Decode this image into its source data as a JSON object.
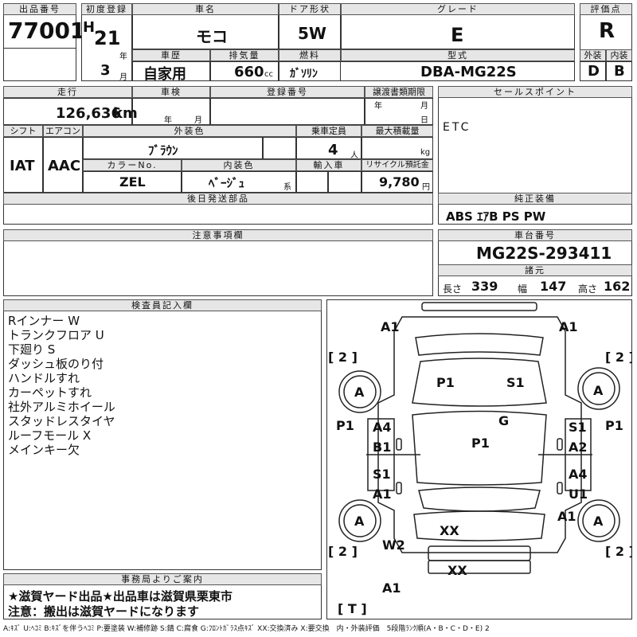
{
  "header": {
    "lot_label": "出品番号",
    "lot_no": "77001",
    "reg_label": "初度登録",
    "era": "H",
    "year": "21",
    "year_unit": "年",
    "month": "3",
    "month_unit": "月",
    "car_label": "車名",
    "car_name": "モコ",
    "door_label": "ドア形状",
    "door": "5W",
    "grade_label": "グレード",
    "grade": "E",
    "eval_label": "評価点",
    "score": "R",
    "history_label": "車歴",
    "history": "自家用",
    "disp_label": "排気量",
    "disp": "660",
    "disp_unit": "cc",
    "fuel_label": "燃料",
    "fuel": "ｶﾞｿﾘﾝ",
    "model_label": "型式",
    "model": "DBA-MG22S",
    "ext_label": "外装",
    "ext": "D",
    "int_label": "内装",
    "int": "B"
  },
  "row2": {
    "mileage_label": "走行",
    "mileage": "126,636",
    "mileage_unit": "km",
    "inspection_label": "車検",
    "ins_year_unit": "年",
    "ins_month_unit": "月",
    "regno_label": "登録番号",
    "transfer_label": "譲渡書類期限",
    "tr_year_unit": "年",
    "tr_month_unit": "月",
    "tr_day_unit": "日",
    "shift_label": "シフト",
    "shift": "IAT",
    "ac_label": "エアコン",
    "ac": "AAC",
    "color_label": "外装色",
    "color": "ﾌﾞﾗｳﾝ",
    "capacity_label": "乗車定員",
    "capacity": "4",
    "capacity_unit": "人",
    "load_label": "最大積載量",
    "load_unit": "kg",
    "colorno_label": "カラーNo.",
    "colorno": "ZEL",
    "interior_label": "内装色",
    "interior": "ﾍﾞｰｼﾞｭ",
    "interior_unit": "系",
    "import_label": "輸入車",
    "recycle_label": "リサイクル預託金",
    "recycle": "9,780",
    "recycle_unit": "円",
    "later_label": "後日発送部品"
  },
  "sales": {
    "label": "セールスポイント",
    "text": "ETC"
  },
  "equipment": {
    "label": "純正装備",
    "text": "ABS ｴｱB PS PW"
  },
  "caution": {
    "label": "注意事項欄"
  },
  "chassis": {
    "label": "車台番号",
    "number": "MG22S-293411",
    "dims_label": "諸元",
    "length_label": "長さ",
    "length": "339",
    "width_label": "幅",
    "width": "147",
    "height_label": "高さ",
    "height": "162"
  },
  "inspector": {
    "label": "検査員記入欄",
    "lines": [
      "Rインナー W",
      "トランクフロア U",
      "下廻り S",
      "ダッシュ板のり付",
      "ハンドルすれ",
      "カーペットすれ",
      "社外アルミホイール",
      "スタッドレスタイヤ",
      "ルーフモール X",
      "メインキー欠"
    ]
  },
  "office": {
    "label": "事務局よりご案内",
    "line1": "★滋賀ヤード出品★出品車は滋賀県栗東市",
    "line2": "注意：搬出は滋賀ヤードになります"
  },
  "diagram": {
    "a1_fl": "A1",
    "a1_fr": "A1",
    "b2_l": "[ 2 ]",
    "b2_r": "[ 2 ]",
    "a_l": "A",
    "a_r": "A",
    "p1_hood_l": "P1",
    "s1_hood_r": "S1",
    "g": "G",
    "p1_l": "P1",
    "p1_r": "P1",
    "a4_l": "A4",
    "b1_l": "B1",
    "p1_roof": "P1",
    "s1_r": "S1",
    "a2_r": "A2",
    "s1_l": "S1",
    "a1_l": "A1",
    "a4_r": "A4",
    "u1_r": "U1",
    "a_rl": "A",
    "a_rr": "A",
    "a1_rr": "A1",
    "xx_1": "XX",
    "w2": "W2",
    "b2_rl": "[ 2 ]",
    "b2_rr": "[ 2 ]",
    "xx_2": "XX",
    "a1_rb": "A1",
    "t": "[ T ]"
  },
  "legend": "A:ｷｽﾞ U:ﾍｺﾐ B:ｷｽﾞを伴うﾍｺﾐ P:要塗装 W:補修跡 S:錆 C:腐食 G:ﾌﾛﾝﾄｶﾞﾗｽ点ｷｽﾞ XX:交換済み X:要交換　内・外装評価　5段階ﾗﾝｸ順(A・B・C・D・E) 2"
}
